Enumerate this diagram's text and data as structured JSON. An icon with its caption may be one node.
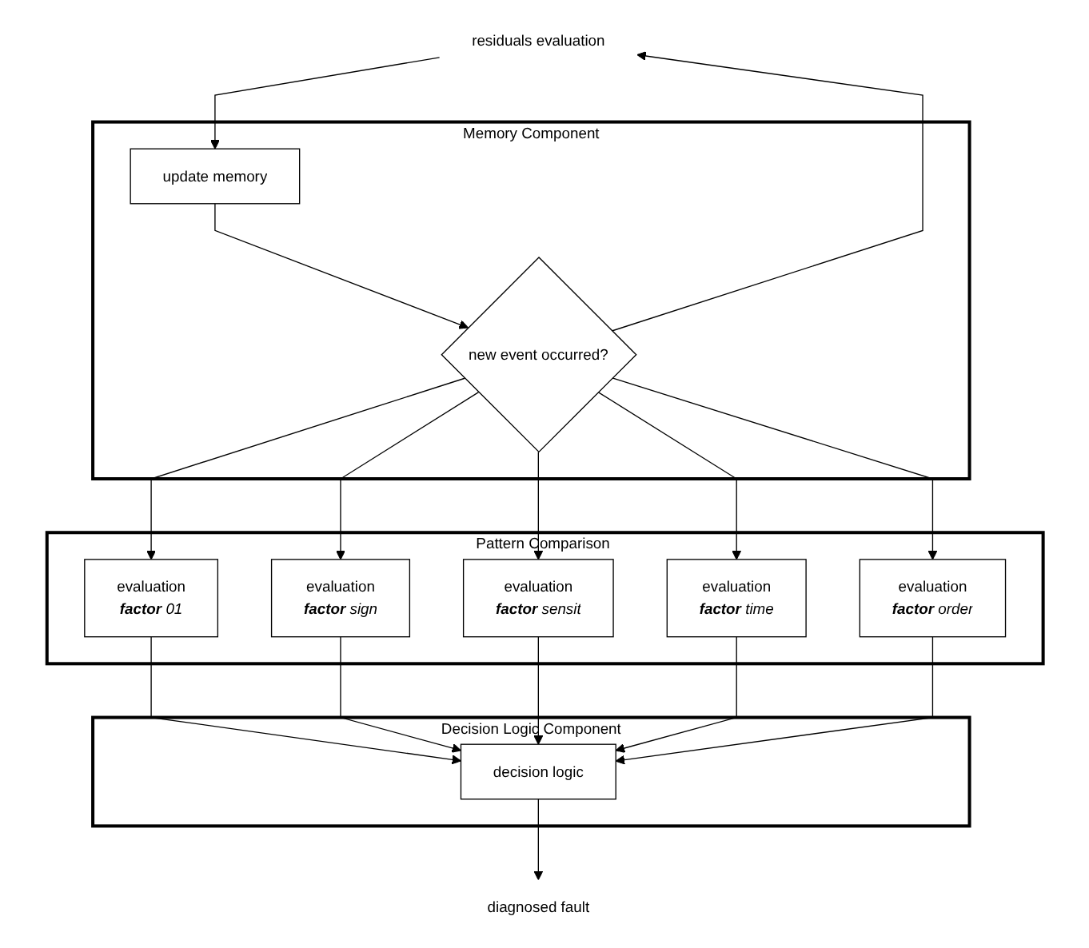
{
  "diagram": {
    "nodes": [
      {
        "text": [
          "residuals evaluation"
        ]
      },
      {
        "text": [
          "Memory Component"
        ]
      },
      {
        "text": [
          "update memory"
        ],
        "in": 1
      },
      {
        "text": [
          "new event occurred?"
        ],
        "in": 1
      },
      {
        "text": [
          "Pattern Comparison Component"
        ]
      },
      {
        "text": [
          "evaluation",
          "**factor** 01"
        ],
        "in": 4
      },
      {
        "text": [
          "evaluation",
          "**factor** sign"
        ],
        "in": 4
      },
      {
        "text": [
          "evaluation",
          "**factor** sensit"
        ],
        "in": 4
      },
      {
        "text": [
          "evaluation",
          "**factor** time"
        ],
        "in": 4
      },
      {
        "text": [
          "evaluation",
          "**factor** order"
        ],
        "in": 4
      },
      {
        "text": [
          "Decision Logic Component"
        ]
      },
      {
        "text": [
          "decision logic"
        ],
        "in": 10
      },
      {
        "text": [
          "diagnosed fault"
        ]
      }
    ],
    "edges": [
      {
        "from": 0,
        "to": 2,
        "arrow": "to"
      },
      {
        "from": 2,
        "to": 3,
        "arrow": "to"
      },
      {
        "from": 3,
        "to": 0,
        "arrow": "to"
      },
      {
        "from": 3,
        "to": 5,
        "arrow": "to"
      },
      {
        "from": 3,
        "to": 6,
        "arrow": "to"
      },
      {
        "from": 3,
        "to": 7,
        "arrow": "to"
      },
      {
        "from": 3,
        "to": 8,
        "arrow": "to"
      },
      {
        "from": 3,
        "to": 9,
        "arrow": "to"
      },
      {
        "from": 5,
        "to": 11,
        "arrow": "to"
      },
      {
        "from": 6,
        "to": 11,
        "arrow": "to"
      },
      {
        "from": 7,
        "to": 11,
        "arrow": "to"
      },
      {
        "from": 8,
        "to": 11,
        "arrow": "to"
      },
      {
        "from": 9,
        "to": 11,
        "arrow": "to"
      },
      {
        "from": 11,
        "to": 12,
        "arrow": "to"
      }
    ]
  }
}
